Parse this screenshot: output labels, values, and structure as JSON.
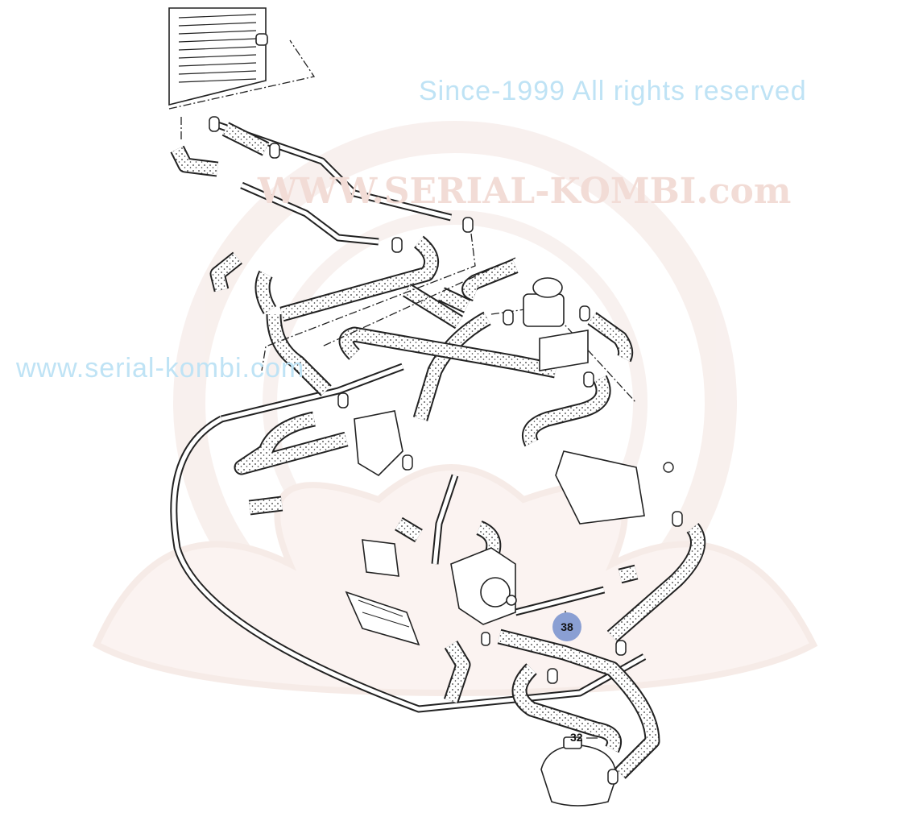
{
  "watermark": {
    "left_text": "www.serial-kombi.com",
    "right_text": "Since-1999 All rights reserved",
    "center_text": "WWW.SERIAL-KOMBI.com"
  },
  "callouts": [
    {
      "label": "38",
      "highlighted": true,
      "color": "#8a9fd3"
    },
    {
      "label": "32",
      "highlighted": false
    }
  ]
}
